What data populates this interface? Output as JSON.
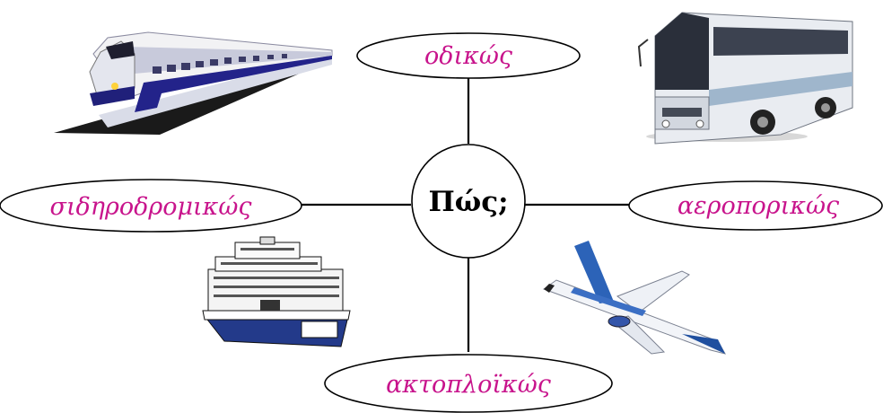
{
  "center": {
    "text": "Πώς;"
  },
  "branches": {
    "top": "οδικώς",
    "left": "σιδηροδρομικώς",
    "right": "αεροπορικώς",
    "bottom": "ακτοπλοϊκώς"
  },
  "pictures": {
    "train": "train-picture",
    "bus": "bus-picture",
    "ferry": "ferry-picture",
    "airplane": "airplane-picture"
  },
  "colors": {
    "label_color": "#c8148c",
    "line_color": "#000000"
  }
}
